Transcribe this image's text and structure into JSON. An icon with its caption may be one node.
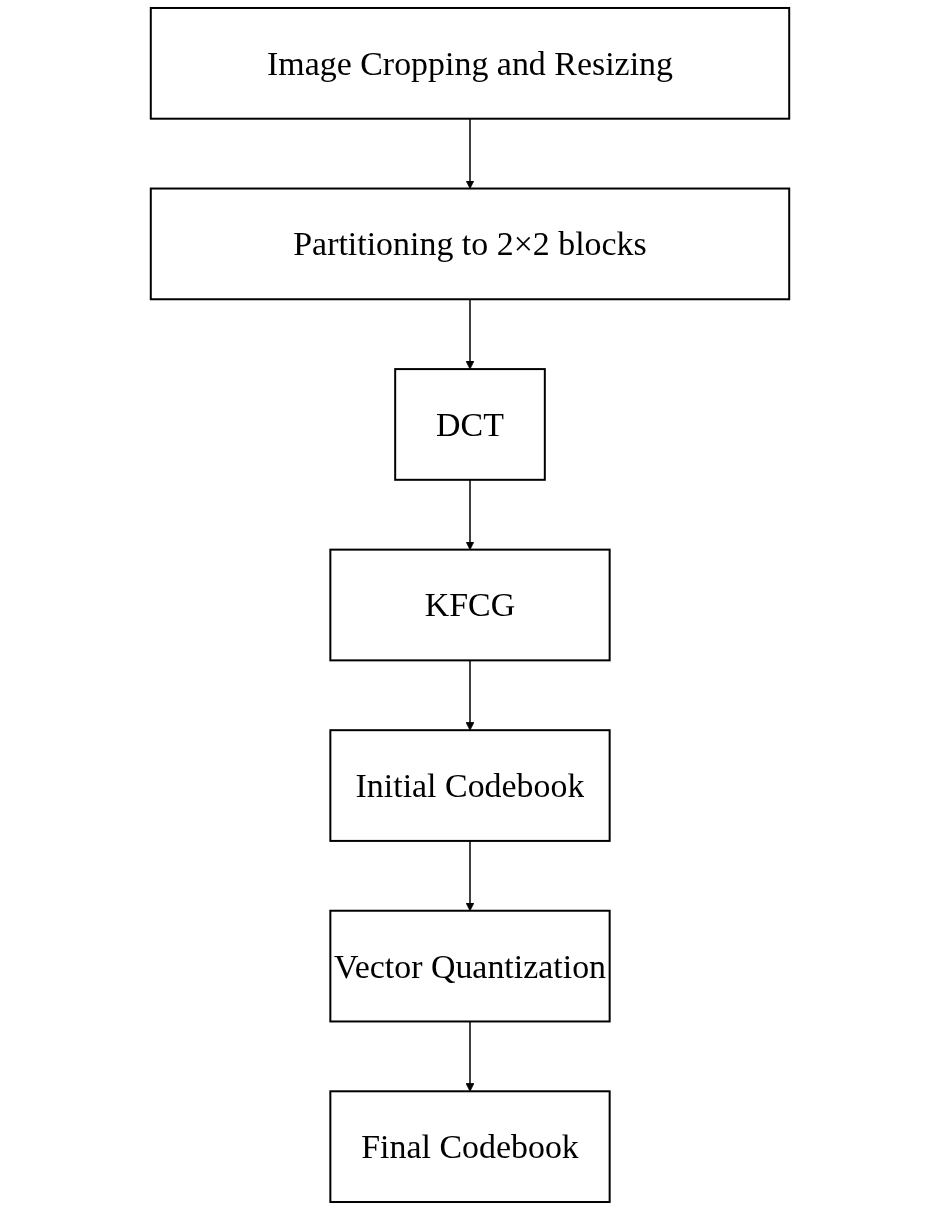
{
  "diagram": {
    "nodes": [
      {
        "text": [
          "Image Cropping and Resizing"
        ]
      },
      {
        "text": [
          "Partitioning to 2×2 blocks"
        ]
      },
      {
        "text": [
          "DCT"
        ]
      },
      {
        "text": [
          "KFCG"
        ]
      },
      {
        "text": [
          "Initial Codebook"
        ]
      },
      {
        "text": [
          "Vector Quantization"
        ]
      },
      {
        "text": [
          "Final Codebook"
        ]
      }
    ],
    "edges": [
      {
        "from": 0,
        "to": 1,
        "arrow": "to"
      },
      {
        "from": 1,
        "to": 2,
        "arrow": "to"
      },
      {
        "from": 2,
        "to": 3,
        "arrow": "to"
      },
      {
        "from": 3,
        "to": 4,
        "arrow": "to"
      },
      {
        "from": 4,
        "to": 5,
        "arrow": "to"
      },
      {
        "from": 5,
        "to": 6,
        "arrow": "to"
      }
    ]
  }
}
